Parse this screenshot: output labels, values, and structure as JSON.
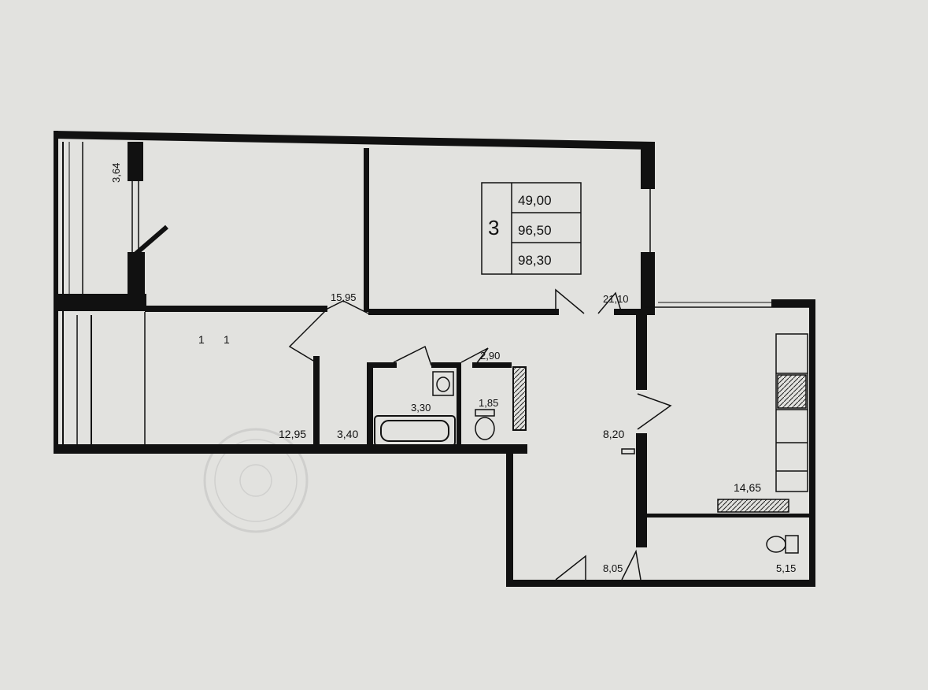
{
  "plan": {
    "room_count": "3",
    "areas": [
      "49,00",
      "96,50",
      "98,30"
    ],
    "rooms": [
      {
        "id": "balcony-left",
        "area": "3,64"
      },
      {
        "id": "bedroom-top-right-corridor",
        "area": "21,10"
      },
      {
        "id": "corridor-top",
        "area": "15,95"
      },
      {
        "id": "room-left",
        "area": "12,95"
      },
      {
        "id": "closet",
        "area": "3,40"
      },
      {
        "id": "bathroom",
        "area": "3,30"
      },
      {
        "id": "toilet",
        "area": "1,85"
      },
      {
        "id": "hall-top",
        "area": "2,90"
      },
      {
        "id": "hall",
        "area": "8,20"
      },
      {
        "id": "kitchen",
        "area": "14,65"
      },
      {
        "id": "entry",
        "area": "8,05"
      },
      {
        "id": "loggia-right",
        "area": "5,15"
      }
    ],
    "marks": [
      "1",
      "1"
    ]
  },
  "colors": {
    "paper": "#e2e2df",
    "wall": "#111111",
    "stamp": "#b9b9b9"
  }
}
